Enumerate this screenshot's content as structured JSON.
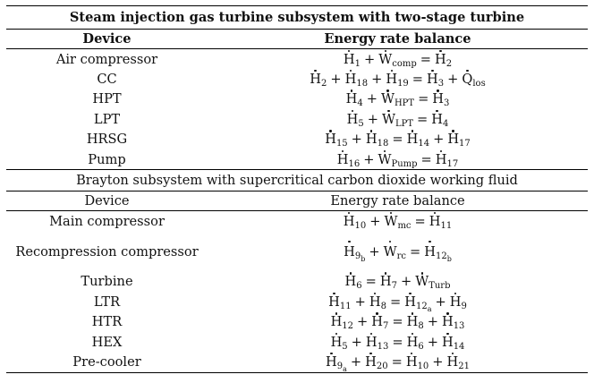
{
  "table": {
    "section1": {
      "title": "Steam injection gas turbine subsystem with two-stage turbine",
      "col_device": "Device",
      "col_balance": "Energy rate balance",
      "rows": [
        {
          "device": "Air compressor",
          "terms": [
            [
              "H",
              "1"
            ],
            [
              "+",
              ""
            ],
            [
              "W",
              "comp"
            ],
            [
              "=",
              ""
            ],
            [
              "H",
              "2"
            ]
          ]
        },
        {
          "device": "CC",
          "terms": [
            [
              "H",
              "2"
            ],
            [
              "+",
              ""
            ],
            [
              "H",
              "18"
            ],
            [
              "+",
              ""
            ],
            [
              "H",
              "19"
            ],
            [
              "=",
              ""
            ],
            [
              "H",
              "3"
            ],
            [
              "+",
              ""
            ],
            [
              "Q",
              "los"
            ]
          ]
        },
        {
          "device": "HPT",
          "terms": [
            [
              "H",
              "4"
            ],
            [
              "+",
              ""
            ],
            [
              "W",
              "HPT"
            ],
            [
              "=",
              ""
            ],
            [
              "H",
              "3"
            ]
          ]
        },
        {
          "device": "LPT",
          "terms": [
            [
              "H",
              "5"
            ],
            [
              "+",
              ""
            ],
            [
              "W",
              "LPT"
            ],
            [
              "=",
              ""
            ],
            [
              "H",
              "4"
            ]
          ]
        },
        {
          "device": "HRSG",
          "terms": [
            [
              "H",
              "15"
            ],
            [
              "+",
              ""
            ],
            [
              "H",
              "18"
            ],
            [
              "=",
              ""
            ],
            [
              "H",
              "14"
            ],
            [
              "+",
              ""
            ],
            [
              "H",
              "17"
            ]
          ]
        },
        {
          "device": "Pump",
          "terms": [
            [
              "H",
              "16"
            ],
            [
              "+",
              ""
            ],
            [
              "W",
              "Pump"
            ],
            [
              "=",
              ""
            ],
            [
              "H",
              "17"
            ]
          ]
        }
      ]
    },
    "section2": {
      "title": "Brayton subsystem with supercritical carbon dioxide working fluid",
      "col_device": "Device",
      "col_balance": "Energy rate balance",
      "rows": [
        {
          "device": "Main compressor",
          "terms": [
            [
              "H",
              "10"
            ],
            [
              "+",
              ""
            ],
            [
              "W",
              "mc"
            ],
            [
              "=",
              ""
            ],
            [
              "H",
              "11"
            ]
          ]
        },
        {
          "device": "Recompression compressor",
          "terms": [
            [
              "H",
              "9",
              "b"
            ],
            [
              "+",
              ""
            ],
            [
              "W",
              "rc"
            ],
            [
              "=",
              ""
            ],
            [
              "H",
              "12",
              "b"
            ]
          ]
        },
        {
          "device": "Turbine",
          "terms": [
            [
              "H",
              "6"
            ],
            [
              "=",
              ""
            ],
            [
              "H",
              "7"
            ],
            [
              "+",
              ""
            ],
            [
              "W",
              "Turb"
            ]
          ]
        },
        {
          "device": "LTR",
          "terms": [
            [
              "H",
              "11"
            ],
            [
              "+",
              ""
            ],
            [
              "H",
              "8"
            ],
            [
              "=",
              ""
            ],
            [
              "H",
              "12",
              "a"
            ],
            [
              "+",
              ""
            ],
            [
              "H",
              "9"
            ]
          ]
        },
        {
          "device": "HTR",
          "terms": [
            [
              "H",
              "12"
            ],
            [
              "+",
              ""
            ],
            [
              "H",
              "7"
            ],
            [
              "=",
              ""
            ],
            [
              "H",
              "8"
            ],
            [
              "+",
              ""
            ],
            [
              "H",
              "13"
            ]
          ]
        },
        {
          "device": "HEX",
          "terms": [
            [
              "H",
              "5"
            ],
            [
              "+",
              ""
            ],
            [
              "H",
              "13"
            ],
            [
              "=",
              ""
            ],
            [
              "H",
              "6"
            ],
            [
              "+",
              ""
            ],
            [
              "H",
              "14"
            ]
          ]
        },
        {
          "device": "Pre-cooler",
          "terms": [
            [
              "H",
              "9",
              "a"
            ],
            [
              "+",
              ""
            ],
            [
              "H",
              "20"
            ],
            [
              "=",
              ""
            ],
            [
              "H",
              "10"
            ],
            [
              "+",
              ""
            ],
            [
              "H",
              "21"
            ]
          ]
        }
      ]
    }
  }
}
